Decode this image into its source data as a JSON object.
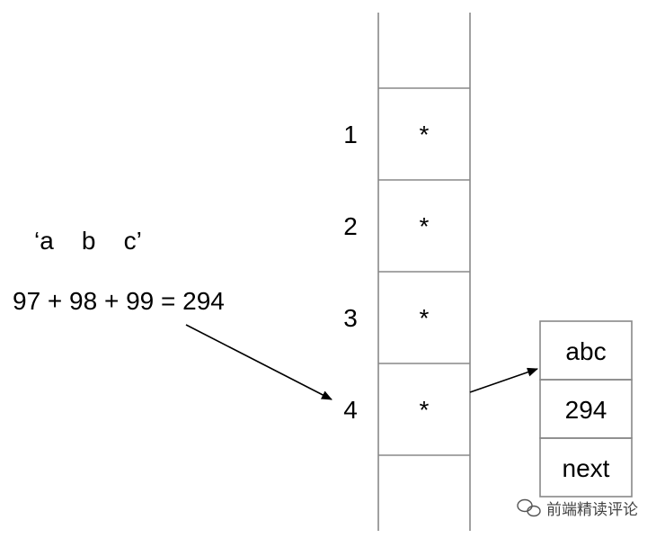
{
  "chars_label": "‘a    b    c’",
  "sum_expression": "97 + 98 + 99 = 294",
  "index_labels": [
    "1",
    "2",
    "3",
    "4"
  ],
  "slot_values": [
    "*",
    "*",
    "*",
    "*"
  ],
  "node_fields": [
    "abc",
    "294",
    "next"
  ],
  "watermark_text": "前端精读评论",
  "colors": {
    "grid_line": "#888888",
    "arrow": "#000000",
    "text": "#000000"
  }
}
